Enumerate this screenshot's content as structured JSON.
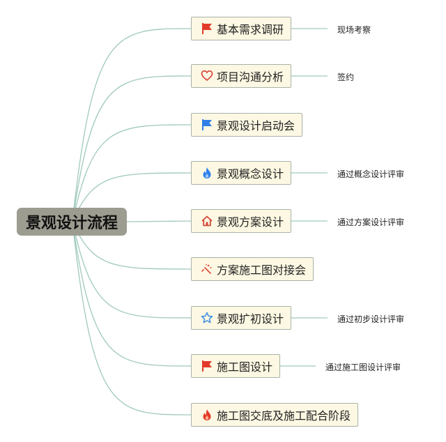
{
  "title": "景观设计流程",
  "colors": {
    "root_background": "#9d9c91",
    "node_background": "#fdf8e3",
    "node_border": "#a8b2a8",
    "connector": "#9fc9bd",
    "flag_red": "#e23b2b",
    "flag_blue": "#2f7fe6",
    "flame_blue": "#2f80ed",
    "flame_red": "#e53b2a",
    "heart": "#d8443a",
    "home": "#d3493b",
    "star": "#3a8fe0"
  },
  "steps": [
    {
      "label": "基本需求调研",
      "icon": "red-flag-icon",
      "note": "现场考察"
    },
    {
      "label": "项目沟通分析",
      "icon": "heart-icon",
      "note": "签约"
    },
    {
      "label": "景观设计启动会",
      "icon": "blue-flag-icon",
      "note": ""
    },
    {
      "label": "景观概念设计",
      "icon": "blue-flame-icon",
      "note": "通过概念设计评审"
    },
    {
      "label": "景观方案设计",
      "icon": "home-icon",
      "note": "通过方案设计评审"
    },
    {
      "label": "方案施工图对接会",
      "icon": "sparkle-icon",
      "note": ""
    },
    {
      "label": "景观扩初设计",
      "icon": "star-icon",
      "note": "通过初步设计评审"
    },
    {
      "label": "施工图设计",
      "icon": "red-flag-icon",
      "note": "通过施工图设计评审"
    },
    {
      "label": "施工图交底及施工配合阶段",
      "icon": "red-flame-icon",
      "note": ""
    }
  ]
}
